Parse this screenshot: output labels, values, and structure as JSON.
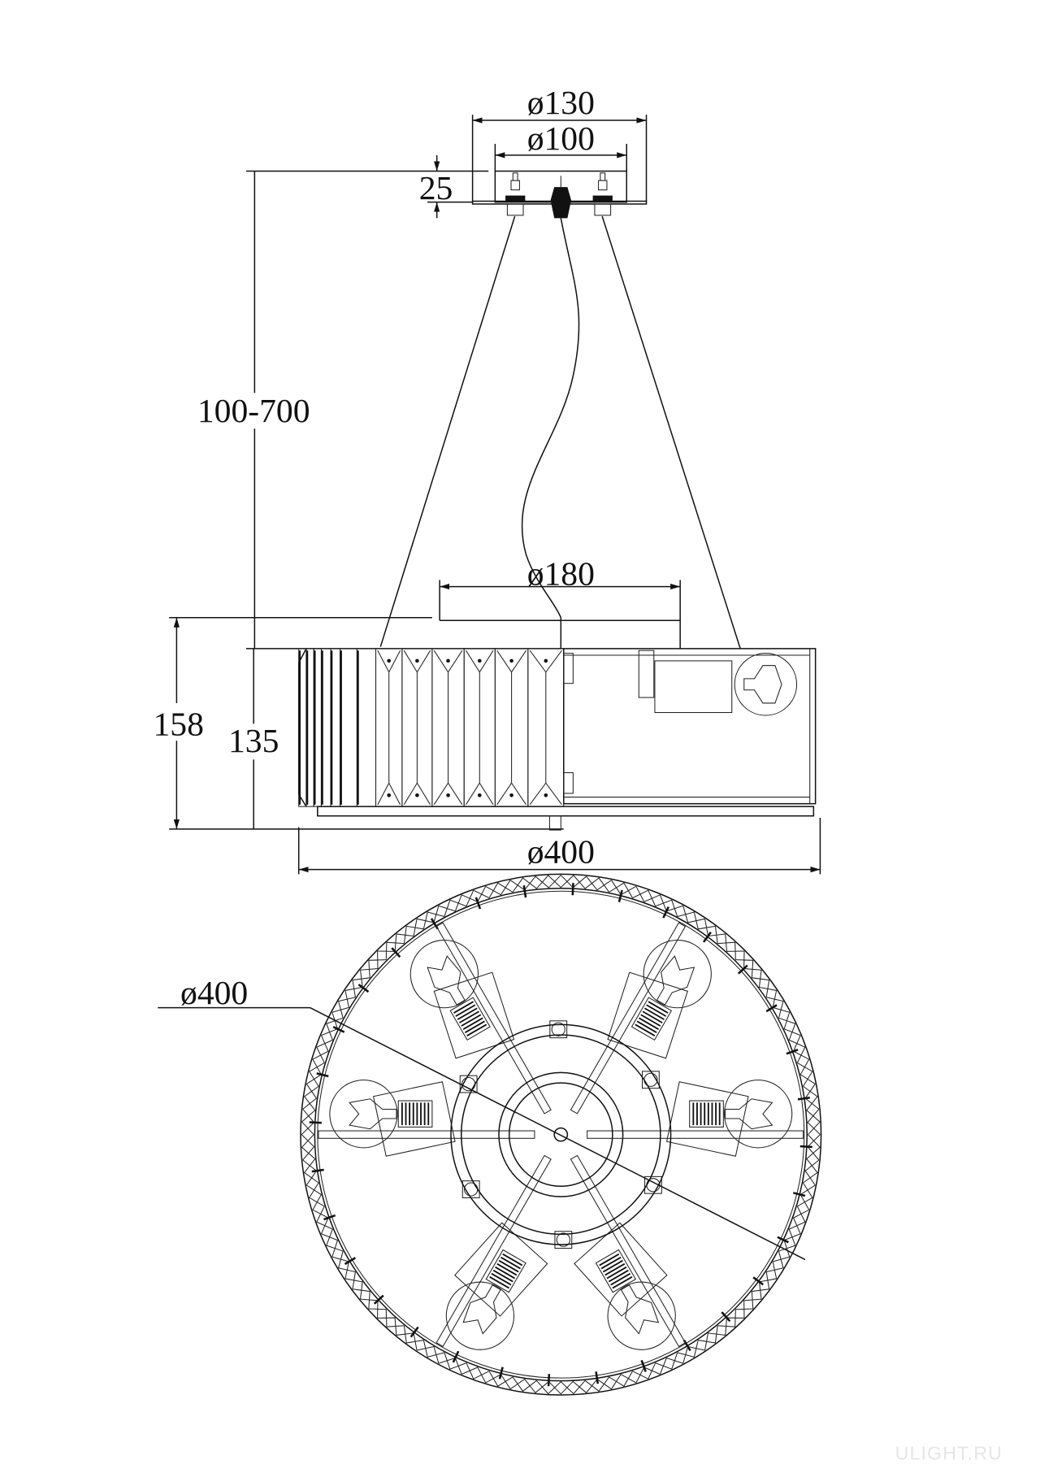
{
  "drawing": {
    "dimensions": {
      "canopy_outer": "ø130",
      "canopy_inner": "ø100",
      "canopy_height": "25",
      "suspension_length": "100-700",
      "top_ring": "ø180",
      "total_height": "158",
      "body_height": "135",
      "body_diameter": "ø400",
      "plan_diameter": "ø400"
    },
    "lamp_count": 6,
    "watermark": "ULIGHT.RU"
  }
}
